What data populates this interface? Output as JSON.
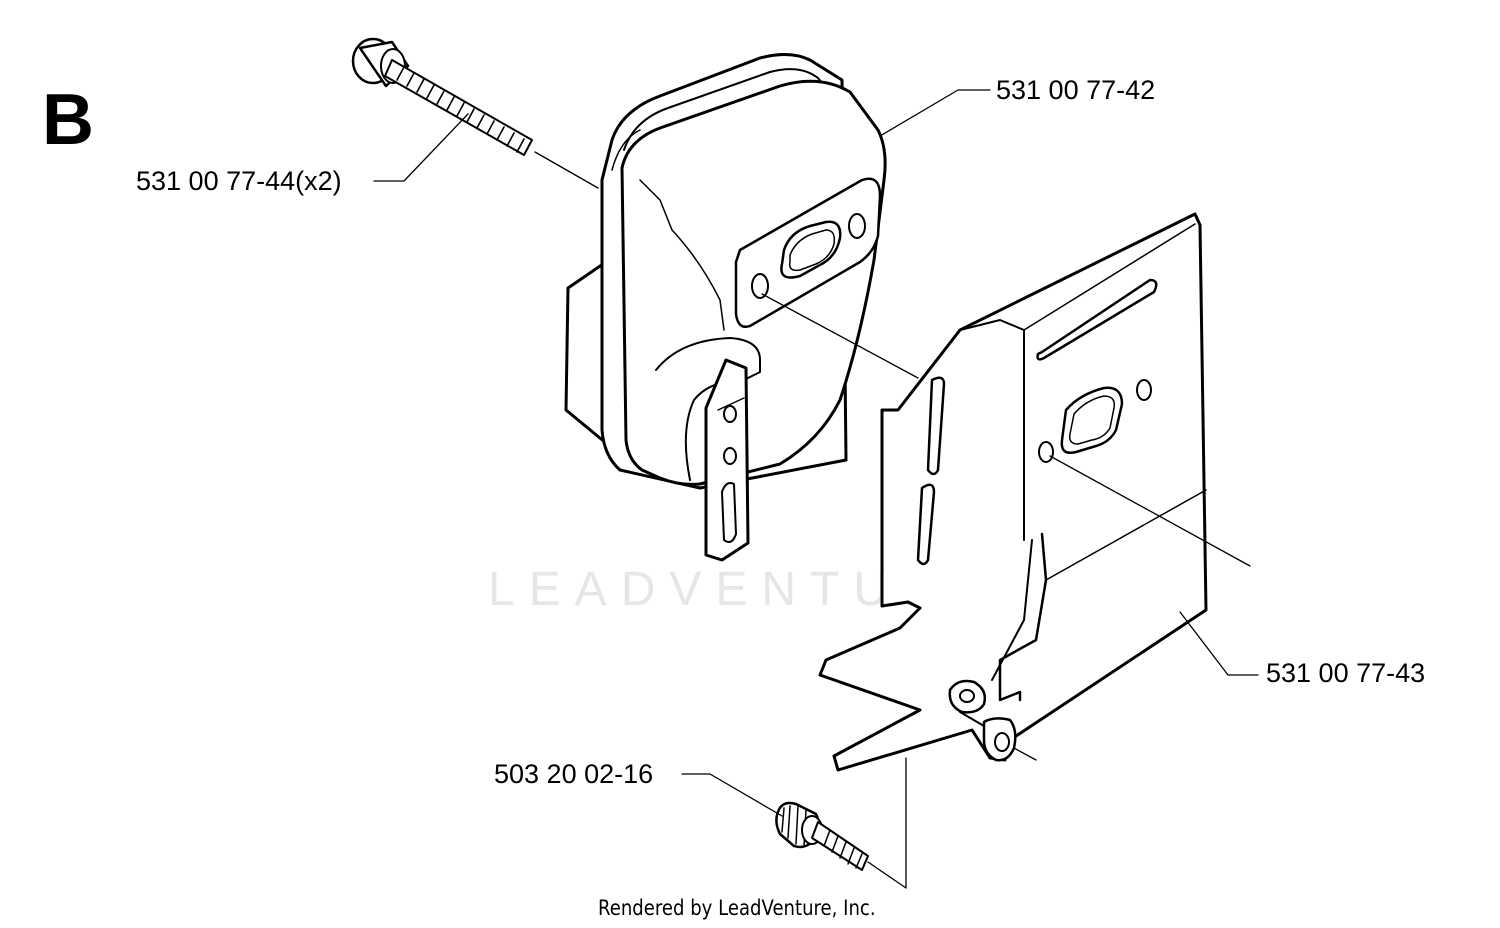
{
  "section_letter": "B",
  "callouts": {
    "bolt_long": "531 00 77-44(x2)",
    "muffler": "531 00 77-42",
    "heat_shield": "531 00 77-43",
    "screw": "503 20 02-16"
  },
  "watermark": "LEADVENTURE",
  "footer": "Rendered by LeadVenture, Inc."
}
